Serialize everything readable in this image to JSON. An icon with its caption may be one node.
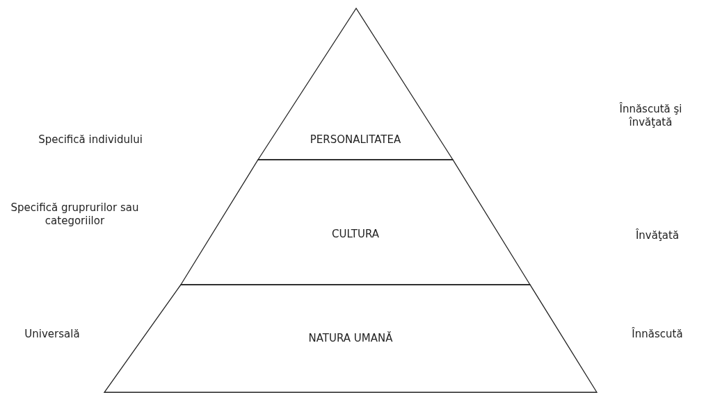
{
  "diagram": {
    "nodes": [
      {
        "text": [
          "PERSONALITATEA"
        ]
      },
      {
        "text": [
          "CULTURA"
        ]
      },
      {
        "text": [
          "NATURA UMANĂ"
        ]
      }
    ],
    "labels": [
      "Specifică individului",
      "Înnăscută şi învăţată",
      "Specifică gruprurilor sau categoriilor",
      "Învăţată",
      "Universală",
      "Înnăscută"
    ]
  }
}
